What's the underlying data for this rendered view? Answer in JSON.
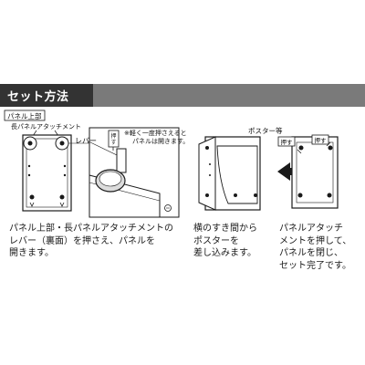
{
  "section_title": "セット方法",
  "step1": {
    "box_label": "パネル上部",
    "attachment_label": "長パネルアタッチメント",
    "lever_label": "レバー",
    "push_label": "押す",
    "note_lines": [
      "※軽く一度押さえると",
      "パネルは開きます。"
    ]
  },
  "step2": {
    "poster_label": "ポスター等"
  },
  "step3": {
    "push_label": "押す"
  },
  "captions": {
    "step1": [
      "パネル上部・長パネルアタッチメントの",
      "レバー（裏面）を押さえ、パネルを",
      "開きます。"
    ],
    "step2": [
      "横のすき間から",
      "ポスターを",
      "差し込みます。"
    ],
    "step3": [
      "パネルアタッチ",
      "メントを押して、",
      "パネルを閉じ、",
      "セット完了です。"
    ]
  },
  "colors": {
    "header_dark": "#333333",
    "header_light": "#7a7a7a",
    "line": "#1a1a1a",
    "panel_fill": "#ffffff",
    "knob_fill": "#dcdcdc"
  },
  "icons": [
    "arrow-right-icon",
    "screw-icon",
    "knob-icon"
  ]
}
